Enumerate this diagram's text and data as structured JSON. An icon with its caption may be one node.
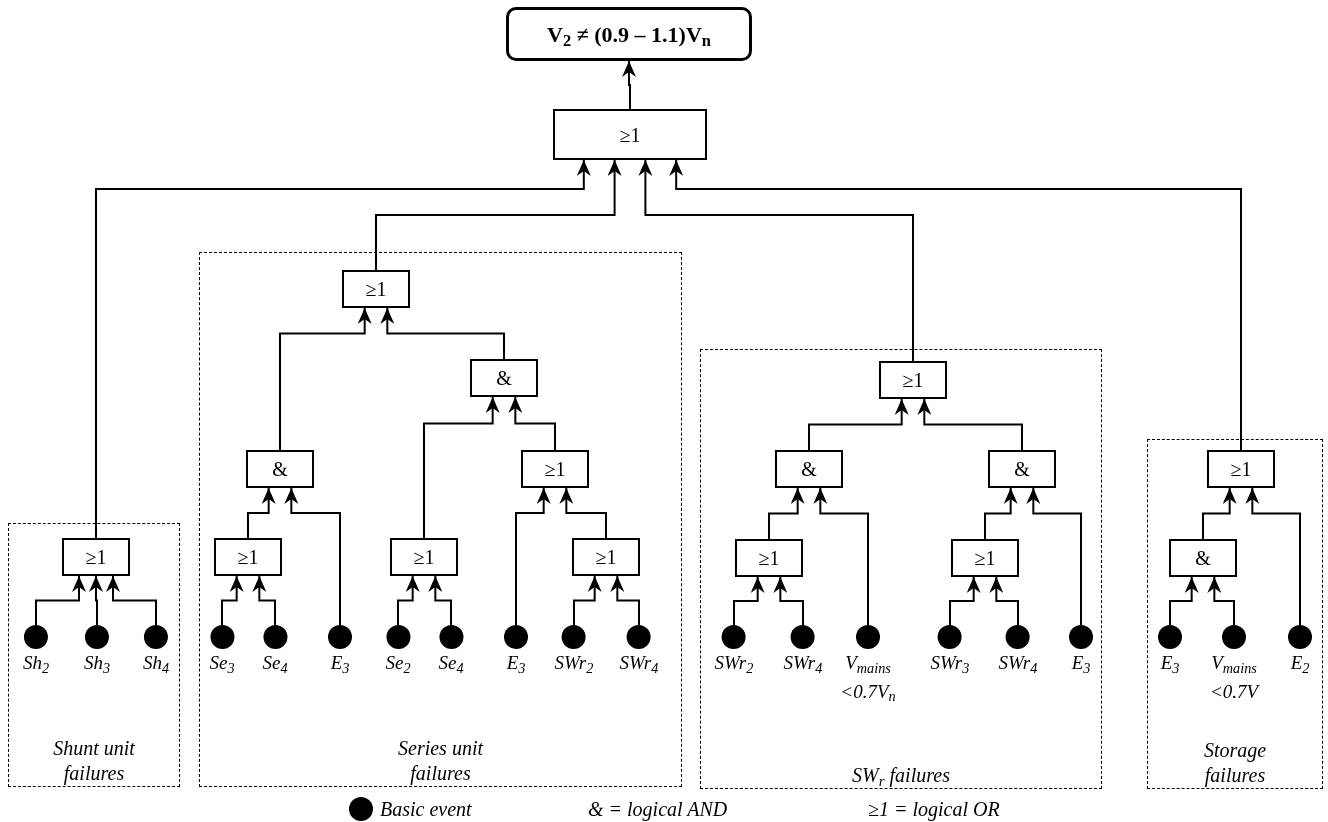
{
  "diagram": {
    "nodes": [
      {
        "text": [
          "V$_{2}$ ≠ (0.9 – 1.1)V$_{n}$"
        ]
      },
      {
        "text": [
          "≥1"
        ]
      },
      {
        "text": [
          "Shunt unit failures"
        ]
      },
      {
        "text": [
          "≥1"
        ],
        "in": 2
      },
      {
        "text": [
          "Sh$_{2}$"
        ],
        "in": 2
      },
      {
        "text": [
          "Sh$_{3}$"
        ],
        "in": 2
      },
      {
        "text": [
          "Sh$_{4}$"
        ],
        "in": 2
      },
      {
        "text": [
          "Series unit failures"
        ]
      },
      {
        "text": [
          "≥1"
        ],
        "in": 7
      },
      {
        "text": [
          "&"
        ],
        "in": 7
      },
      {
        "text": [
          "&"
        ],
        "in": 7
      },
      {
        "text": [
          "≥1"
        ],
        "in": 7
      },
      {
        "text": [
          "≥1"
        ],
        "in": 7
      },
      {
        "text": [
          "≥1"
        ],
        "in": 7
      },
      {
        "text": [
          "≥1"
        ],
        "in": 7
      },
      {
        "text": [
          "Se$_{3}$"
        ],
        "in": 7
      },
      {
        "text": [
          "Se$_{4}$"
        ],
        "in": 7
      },
      {
        "text": [
          "E$_{3}$"
        ],
        "in": 7
      },
      {
        "text": [
          "Se$_{2}$"
        ],
        "in": 7
      },
      {
        "text": [
          "Se$_{4}$"
        ],
        "in": 7
      },
      {
        "text": [
          "E$_{3}$"
        ],
        "in": 7
      },
      {
        "text": [
          "SWr$_{2}$"
        ],
        "in": 7
      },
      {
        "text": [
          "SWr$_{4}$"
        ],
        "in": 7
      },
      {
        "text": [
          "SW$_{r}$ failures"
        ]
      },
      {
        "text": [
          "≥1"
        ],
        "in": 23
      },
      {
        "text": [
          "&"
        ],
        "in": 23
      },
      {
        "text": [
          "&"
        ],
        "in": 23
      },
      {
        "text": [
          "≥1"
        ],
        "in": 23
      },
      {
        "text": [
          "≥1"
        ],
        "in": 23
      },
      {
        "text": [
          "SWr$_{2}$"
        ],
        "in": 23
      },
      {
        "text": [
          "SWr$_{4}$"
        ],
        "in": 23
      },
      {
        "text": [
          "V$_{mains}$ <0.7V$_{n}$"
        ],
        "in": 23
      },
      {
        "text": [
          "SWr$_{3}$"
        ],
        "in": 23
      },
      {
        "text": [
          "SWr$_{4}$"
        ],
        "in": 23
      },
      {
        "text": [
          "E$_{3}$"
        ],
        "in": 23
      },
      {
        "text": [
          "Storage failures"
        ]
      },
      {
        "text": [
          "≥1"
        ],
        "in": 35
      },
      {
        "text": [
          "&"
        ],
        "in": 35
      },
      {
        "text": [
          "E$_{3}$"
        ],
        "in": 35
      },
      {
        "text": [
          "V$_{mains}$ <0.7V"
        ],
        "in": 35
      },
      {
        "text": [
          "E$_{2}$"
        ],
        "in": 35
      }
    ],
    "edges": [
      {
        "from": 1,
        "to": 0,
        "arrow": "to"
      },
      {
        "from": 3,
        "to": 1,
        "arrow": "to"
      },
      {
        "from": 8,
        "to": 1,
        "arrow": "to"
      },
      {
        "from": 24,
        "to": 1,
        "arrow": "to"
      },
      {
        "from": 36,
        "to": 1,
        "arrow": "to"
      },
      {
        "from": 4,
        "to": 3,
        "arrow": "to"
      },
      {
        "from": 5,
        "to": 3,
        "arrow": "to"
      },
      {
        "from": 6,
        "to": 3,
        "arrow": "to"
      },
      {
        "from": 9,
        "to": 8,
        "arrow": "to"
      },
      {
        "from": 10,
        "to": 8,
        "arrow": "to"
      },
      {
        "from": 11,
        "to": 9,
        "arrow": "to"
      },
      {
        "from": 17,
        "to": 9,
        "arrow": "to"
      },
      {
        "from": 13,
        "to": 10,
        "arrow": "to"
      },
      {
        "from": 12,
        "to": 10,
        "arrow": "to"
      },
      {
        "from": 20,
        "to": 12,
        "arrow": "to"
      },
      {
        "from": 14,
        "to": 12,
        "arrow": "to"
      },
      {
        "from": 15,
        "to": 11,
        "arrow": "to"
      },
      {
        "from": 16,
        "to": 11,
        "arrow": "to"
      },
      {
        "from": 18,
        "to": 13,
        "arrow": "to"
      },
      {
        "from": 19,
        "to": 13,
        "arrow": "to"
      },
      {
        "from": 21,
        "to": 14,
        "arrow": "to"
      },
      {
        "from": 22,
        "to": 14,
        "arrow": "to"
      },
      {
        "from": 25,
        "to": 24,
        "arrow": "to"
      },
      {
        "from": 26,
        "to": 24,
        "arrow": "to"
      },
      {
        "from": 27,
        "to": 25,
        "arrow": "to"
      },
      {
        "from": 31,
        "to": 25,
        "arrow": "to"
      },
      {
        "from": 28,
        "to": 26,
        "arrow": "to"
      },
      {
        "from": 34,
        "to": 26,
        "arrow": "to"
      },
      {
        "from": 29,
        "to": 27,
        "arrow": "to"
      },
      {
        "from": 30,
        "to": 27,
        "arrow": "to"
      },
      {
        "from": 32,
        "to": 28,
        "arrow": "to"
      },
      {
        "from": 33,
        "to": 28,
        "arrow": "to"
      },
      {
        "from": 37,
        "to": 36,
        "arrow": "to"
      },
      {
        "from": 40,
        "to": 36,
        "arrow": "to"
      },
      {
        "from": 38,
        "to": 37,
        "arrow": "to"
      },
      {
        "from": 39,
        "to": 37,
        "arrow": "to"
      }
    ],
    "labels": [
      "& = logical AND",
      "≥1 = logical OR"
    ],
    "legend": [
      {
        "text": "Basic event"
      }
    ]
  }
}
